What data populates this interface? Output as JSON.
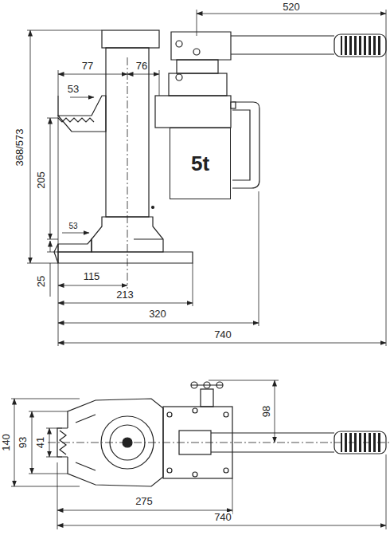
{
  "diagram": {
    "nodes": [
      {
        "text": [
          "5t"
        ]
      }
    ],
    "labels": [
      "520",
      "77",
      "76",
      "53",
      "368/573",
      "205",
      "53",
      "25",
      "115",
      "213",
      "320",
      "740",
      "140",
      "93",
      "41",
      "98",
      "275",
      "740"
    ]
  }
}
